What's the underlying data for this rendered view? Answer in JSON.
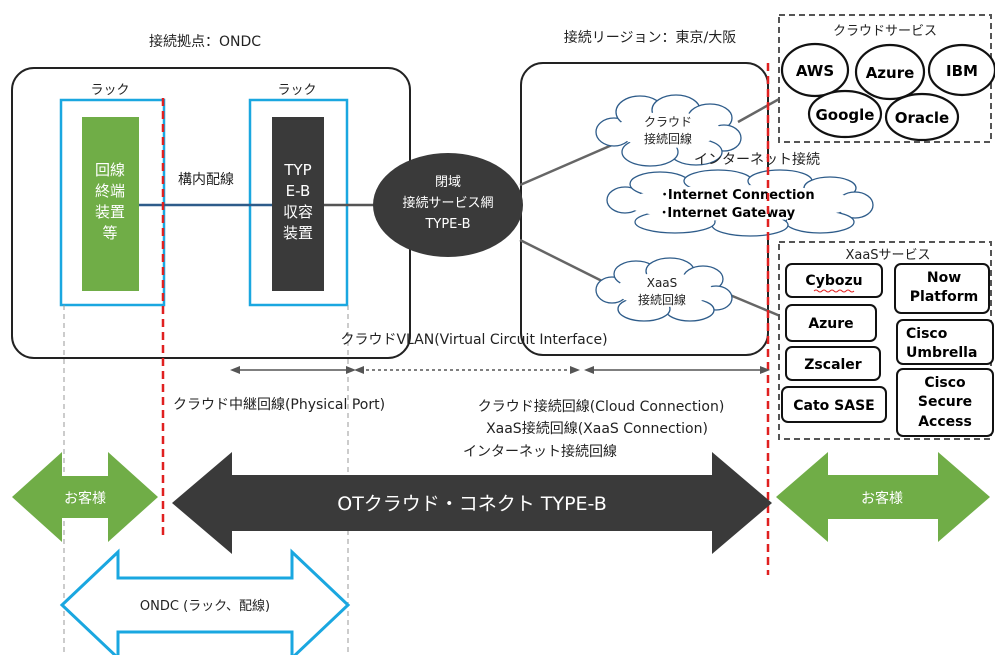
{
  "ondc_label": "接続拠点：ONDC",
  "region_label": "接続リージョン：東京/大阪",
  "rack_label": "ラック",
  "line_terminal_lines": [
    "回線",
    "終端",
    "装置",
    "等"
  ],
  "type_b_device_lines": [
    "TYP",
    "E-B",
    "収容",
    "装置"
  ],
  "premises_wiring": "構内配線",
  "closed_network_lines": [
    "閉域",
    "接続サービス網",
    "TYPE-B"
  ],
  "cloud_line_cloud": [
    "クラウド",
    "接続回線"
  ],
  "internet_title": "インターネット接続",
  "internet_lines": [
    "･Internet Connection",
    "･Internet Gateway"
  ],
  "xaas_line_cloud": [
    "XaaS",
    "接続回線"
  ],
  "cloud_services": {
    "title": "クラウドサービス",
    "items": [
      "AWS",
      "Azure",
      "IBM",
      "Google",
      "Oracle"
    ]
  },
  "xaas_services": {
    "title": "XaaSサービス",
    "left": [
      "Cybozu",
      "Azure",
      "Zscaler",
      "Cato SASE"
    ],
    "right": [
      [
        "Now",
        "Platform"
      ],
      [
        "Cisco",
        "Umbrella"
      ],
      [
        "Cisco",
        "Secure",
        "Access"
      ]
    ]
  },
  "vlan_label": "クラウドVLAN(Virtual Circuit Interface)",
  "relay_label": "クラウド中継回線(Physical Port)",
  "connection_labels": [
    "クラウド接続回線(Cloud Connection)",
    "XaaS接続回線(XaaS Connection)",
    "インターネット接続回線"
  ],
  "customer": "お客様",
  "main_arrow": "OTクラウド・コネクト TYPE-B",
  "ondc_arrow": "ONDC (ラック、配線)",
  "colors": {
    "green": "#70AD47",
    "dark": "#3A3A3A",
    "cyan": "#1AA7E0",
    "red": "#E02020"
  }
}
